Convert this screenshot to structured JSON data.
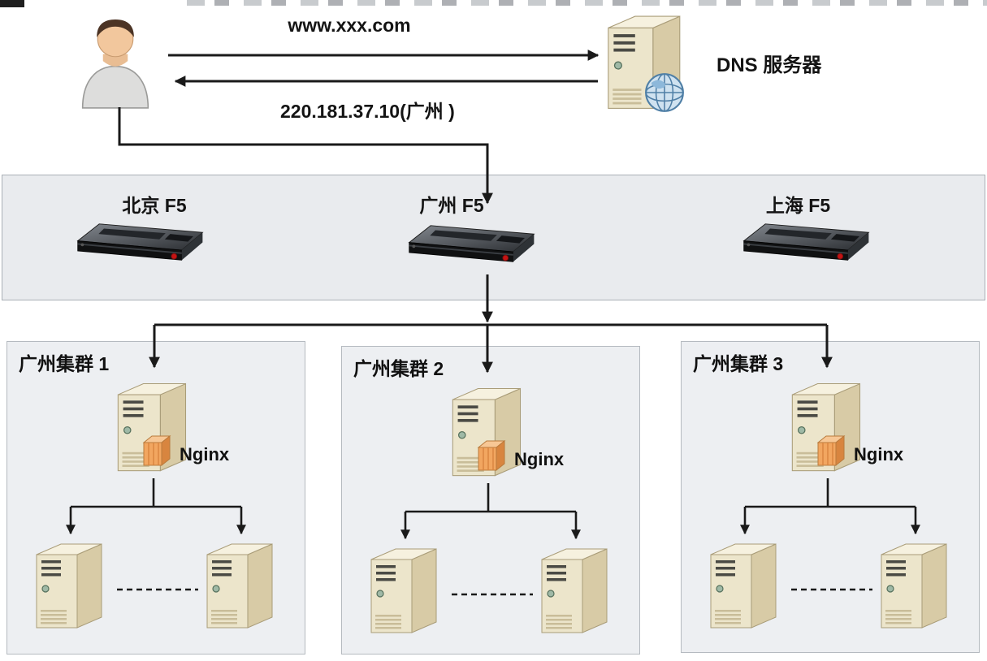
{
  "diagram": {
    "request_label": "www.xxx.com",
    "response_label": "220.181.37.10(广州 )",
    "dns_label": "DNS 服务器",
    "f5_nodes": [
      {
        "label": "北京 F5"
      },
      {
        "label": "广州 F5"
      },
      {
        "label": "上海 F5"
      }
    ],
    "clusters": [
      {
        "label": "广州集群 1",
        "proxy_label": "Nginx"
      },
      {
        "label": "广州集群 2",
        "proxy_label": "Nginx"
      },
      {
        "label": "广州集群 3",
        "proxy_label": "Nginx"
      }
    ],
    "colors": {
      "arrow": "#1a1a1a",
      "band_bg": "#e9ebee",
      "cluster_bg": "#edeff2",
      "nginx_orange": "#f2a660",
      "server_beige": "#ece5cb"
    }
  }
}
